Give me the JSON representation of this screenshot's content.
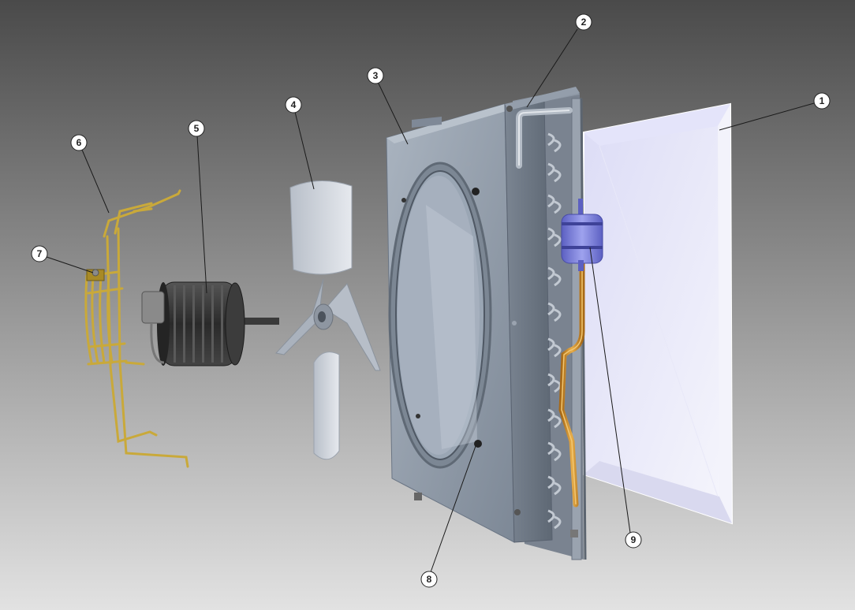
{
  "diagram": {
    "kind": "exploded-view",
    "background": {
      "top": "#4a4a4a",
      "bottom": "#e2e2e2"
    },
    "colors": {
      "sheet_metal": "#8f9aa8",
      "coil_fins": "#6e7886",
      "filter_panel": "#eceaf8",
      "wire_guard": "#c9a93a",
      "motor_body": "#2e2e2e",
      "fan_blade": "#c4cad3",
      "copper_pipe": "#c98a2a",
      "drier": "#7a7ed6"
    },
    "callouts": [
      {
        "id": "callout-1",
        "label": "1",
        "part": "filter-panel"
      },
      {
        "id": "callout-2",
        "label": "2",
        "part": "coil-header-pipe"
      },
      {
        "id": "callout-3",
        "label": "3",
        "part": "condenser-housing"
      },
      {
        "id": "callout-4",
        "label": "4",
        "part": "fan-blade"
      },
      {
        "id": "callout-5",
        "label": "5",
        "part": "fan-motor"
      },
      {
        "id": "callout-6",
        "label": "6",
        "part": "wire-guard"
      },
      {
        "id": "callout-7",
        "label": "7",
        "part": "mounting-bracket"
      },
      {
        "id": "callout-8",
        "label": "8",
        "part": "mounting-screw"
      },
      {
        "id": "callout-9",
        "label": "9",
        "part": "filter-drier"
      }
    ]
  }
}
